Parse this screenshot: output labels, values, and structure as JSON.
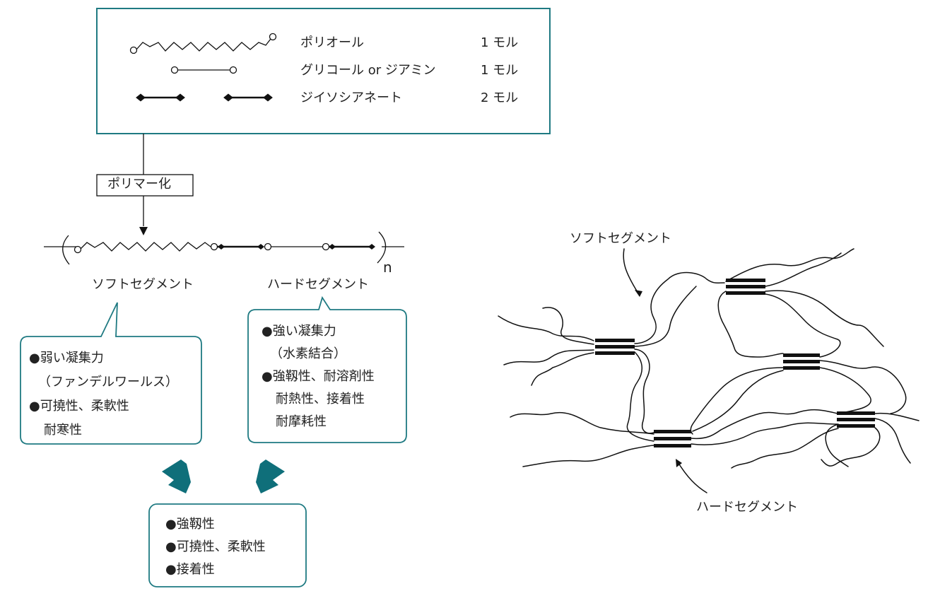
{
  "legend": {
    "rows": [
      {
        "name": "ポリオール",
        "amount": "1 モル"
      },
      {
        "name": "グリコール or ジアミン",
        "amount": "1 モル"
      },
      {
        "name": "ジイソシアネート",
        "amount": "2 モル"
      }
    ]
  },
  "process": {
    "label": "ポリマー化",
    "repeat": "n"
  },
  "segments": {
    "soft": "ソフトセグメント",
    "hard": "ハードセグメント"
  },
  "soft_box": {
    "lines": [
      "●弱い凝集力",
      "（ファンデルワールス）",
      "●可撓性、柔軟性",
      "耐寒性"
    ]
  },
  "hard_box": {
    "lines": [
      "●強い凝集力",
      "（水素結合）",
      "●強靱性、耐溶剤性",
      "耐熱性、接着性",
      "耐摩耗性"
    ]
  },
  "result_box": {
    "lines": [
      "●強靱性",
      "●可撓性、柔軟性",
      "●接着性"
    ]
  },
  "network": {
    "soft_label": "ソフトセグメント",
    "hard_label": "ハードセグメント"
  },
  "colors": {
    "teal": "#1f7a82",
    "arrow": "#0f6f7a",
    "line": "#111111"
  }
}
